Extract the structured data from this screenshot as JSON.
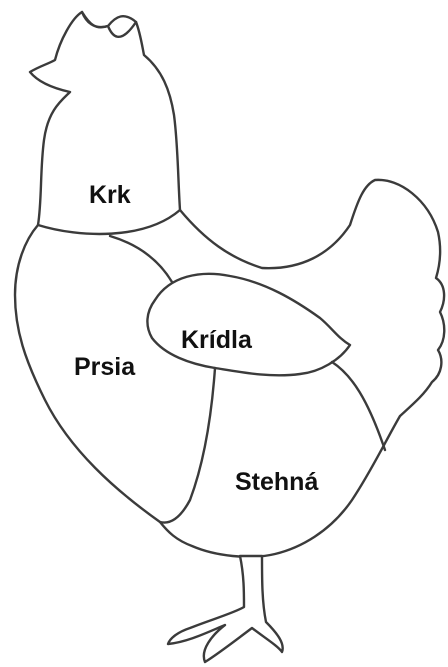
{
  "diagram": {
    "labels": {
      "neck": "Krk",
      "breast": "Prsia",
      "wing": "Krídla",
      "thigh": "Stehná"
    },
    "colors": {
      "outline": "#3b3b3b",
      "fill": "#ffffff",
      "text": "#111111"
    }
  }
}
